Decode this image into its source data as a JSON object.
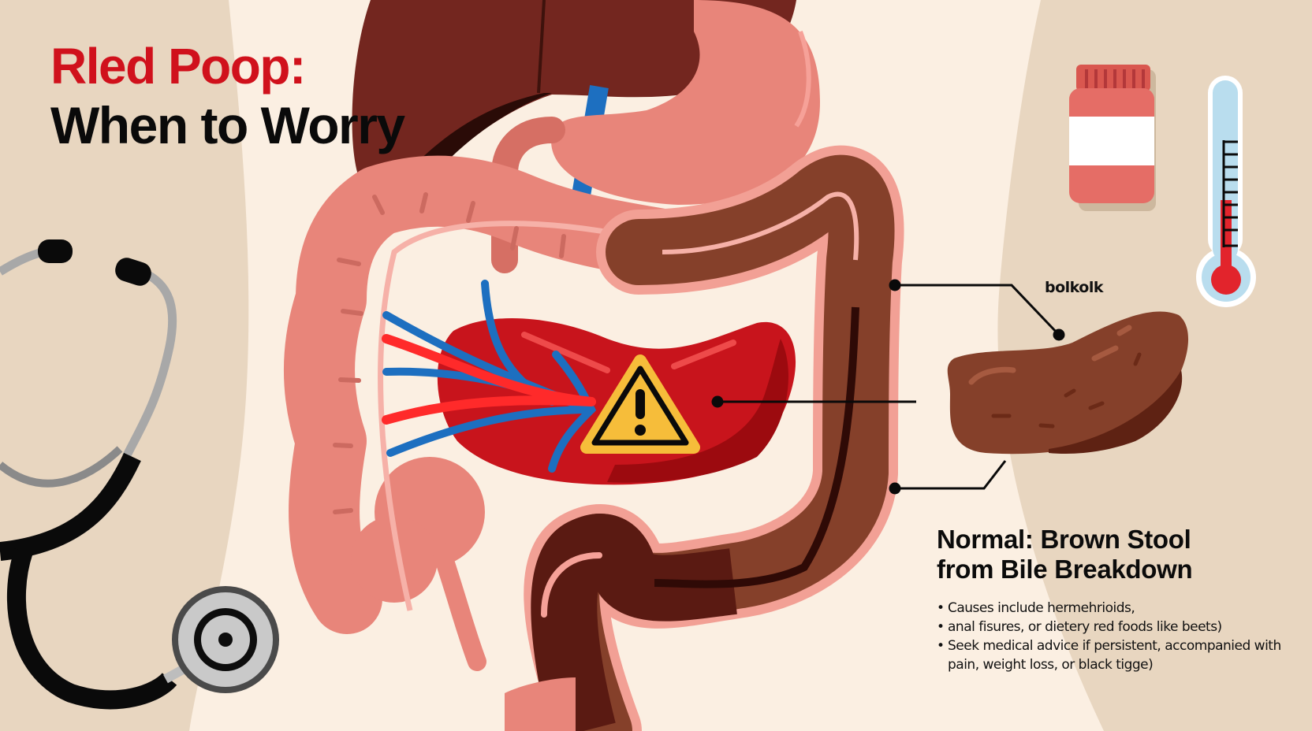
{
  "title": {
    "line1": "Rled Poop:",
    "line2": "When to Worry",
    "line1_color": "#d0111c",
    "line2_color": "#0a0a0a"
  },
  "callout": {
    "label": "bolkolk"
  },
  "info_panel": {
    "heading_line1": "Normal: Brown Stool",
    "heading_line2": "from Bile Breakdown",
    "bullets": [
      {
        "bullet": "•",
        "text": "Causes include hermehrioids,"
      },
      {
        "bullet": "•",
        "text": "anal fisures, or dietery red foods like beets)"
      },
      {
        "bullet": "•",
        "text": "Seek medical advice if persistent, accompanied with"
      },
      {
        "bullet": "",
        "text": "pain, weight loss, or black tigge)"
      }
    ]
  },
  "icons": {
    "warning": "warning-triangle-icon",
    "stethoscope": "stethoscope-icon",
    "medicine_bottle": "medicine-bottle-icon",
    "thermometer": "thermometer-icon",
    "stool": "brown-stool-icon"
  },
  "colors": {
    "background": "#fbefe2",
    "side_panels": "#e8d6c0",
    "liver": "#73261f",
    "intestine_pink": "#e8857a",
    "colon_brown": "#85402a",
    "colon_dark": "#5a1a12",
    "bleeding_red": "#c8141c",
    "vein_blue": "#1d6fc0",
    "warning_yellow": "#f6bd3a"
  }
}
